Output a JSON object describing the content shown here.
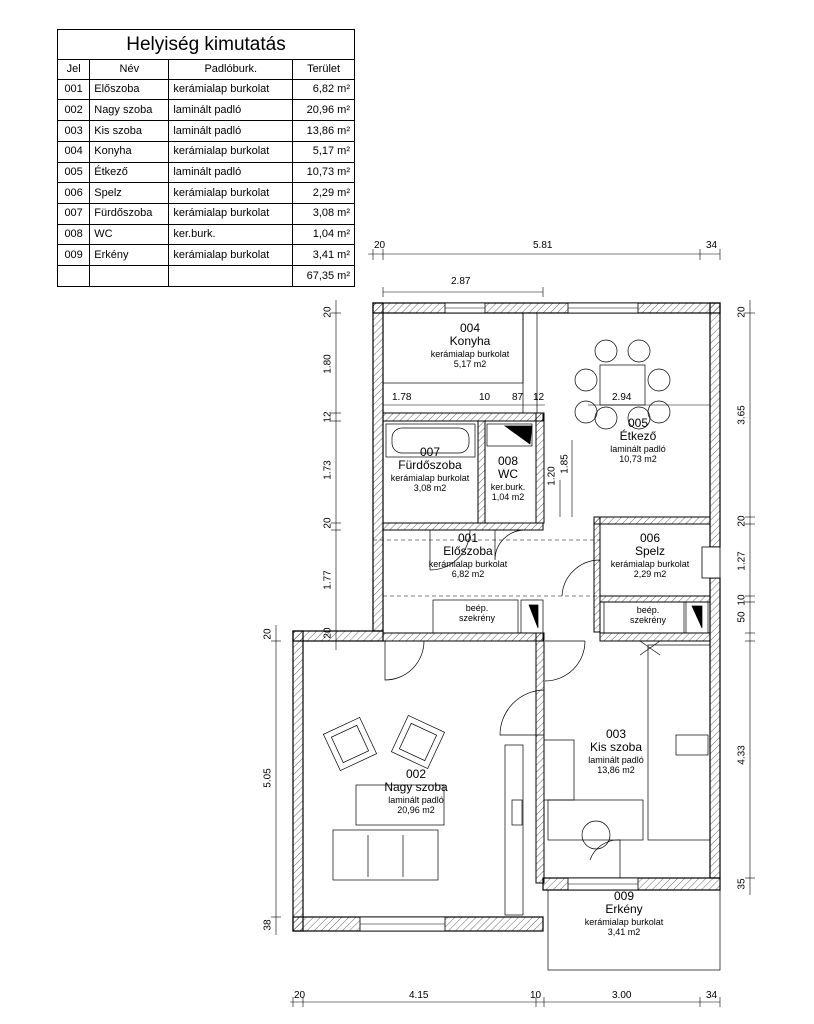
{
  "schedule": {
    "title": "Helyiség kimutatás",
    "headers": [
      "Jel",
      "Név",
      "Padlóburk.",
      "Terület"
    ],
    "unit": "m²",
    "rows": [
      {
        "code": "001",
        "name": "Előszoba",
        "floor": "kerámialap burkolat",
        "area": "6,82 m²"
      },
      {
        "code": "002",
        "name": "Nagy szoba",
        "floor": "laminált padló",
        "area": "20,96 m²"
      },
      {
        "code": "003",
        "name": "Kis szoba",
        "floor": "laminált padló",
        "area": "13,86 m²"
      },
      {
        "code": "004",
        "name": "Konyha",
        "floor": "kerámialap burkolat",
        "area": "5,17 m²"
      },
      {
        "code": "005",
        "name": "Étkező",
        "floor": "laminált padló",
        "area": "10,73 m²"
      },
      {
        "code": "006",
        "name": "Spelz",
        "floor": "kerámialap burkolat",
        "area": "2,29 m²"
      },
      {
        "code": "007",
        "name": "Fürdőszoba",
        "floor": "kerámialap burkolat",
        "area": "3,08 m²"
      },
      {
        "code": "008",
        "name": "WC",
        "floor": "ker.burk.",
        "area": "1,04 m²"
      },
      {
        "code": "009",
        "name": "Erkény",
        "floor": "kerámialap burkolat",
        "area": "3,41 m²"
      }
    ],
    "total": "67,35 m²"
  },
  "rooms": {
    "r004": {
      "code": "004",
      "name": "Konyha",
      "floor": "kerámialap burkolat",
      "area": "5,17 m2"
    },
    "r005": {
      "code": "005",
      "name": "Étkező",
      "floor": "laminált padló",
      "area": "10,73 m2"
    },
    "r007": {
      "code": "007",
      "name": "Fürdőszoba",
      "floor": "kerámialap burkolat",
      "area": "3,08 m2"
    },
    "r008": {
      "code": "008",
      "name": "WC",
      "floor": "ker.burk.",
      "area": "1,04 m2"
    },
    "r001": {
      "code": "001",
      "name": "Előszoba",
      "floor": "kerámialap burkolat",
      "area": "6,82 m2"
    },
    "r006": {
      "code": "006",
      "name": "Spelz",
      "floor": "kerámialap burkolat",
      "area": "2,29 m2"
    },
    "r002": {
      "code": "002",
      "name": "Nagy szoba",
      "floor": "laminált padló",
      "area": "20,96 m2"
    },
    "r003": {
      "code": "003",
      "name": "Kis szoba",
      "floor": "laminált padló",
      "area": "13,86 m2"
    },
    "r009": {
      "code": "009",
      "name": "Erkény",
      "floor": "kerámialap burkolat",
      "area": "3,41 m2"
    }
  },
  "cabinets": {
    "left": "beép. szekrény",
    "right": "beép. szekrény"
  },
  "dims": {
    "top_20": "20",
    "top_581": "5.81",
    "top_34": "34",
    "top_287": "2.87",
    "k_178": "1.78",
    "k_10": "10",
    "k_87": "87",
    "k_12": "12",
    "e_294": "2.94",
    "v_185": "1.85",
    "v_120": "1.20",
    "left_20a": "20",
    "left_180": "1.80",
    "left_12": "12",
    "left_173": "1.73",
    "left_20b": "20",
    "left_177": "1.77",
    "left_20c": "20",
    "left2_20": "20",
    "left2_505": "5.05",
    "left2_38": "38",
    "right_20a": "20",
    "right_365": "3.65",
    "right_20b": "20",
    "right_127": "1.27",
    "right_10": "10",
    "right_50": "50",
    "right_433": "4.33",
    "right_35": "35",
    "bot_20": "20",
    "bot_415": "4.15",
    "bot_10": "10",
    "bot_300": "3.00",
    "bot_34": "34"
  }
}
